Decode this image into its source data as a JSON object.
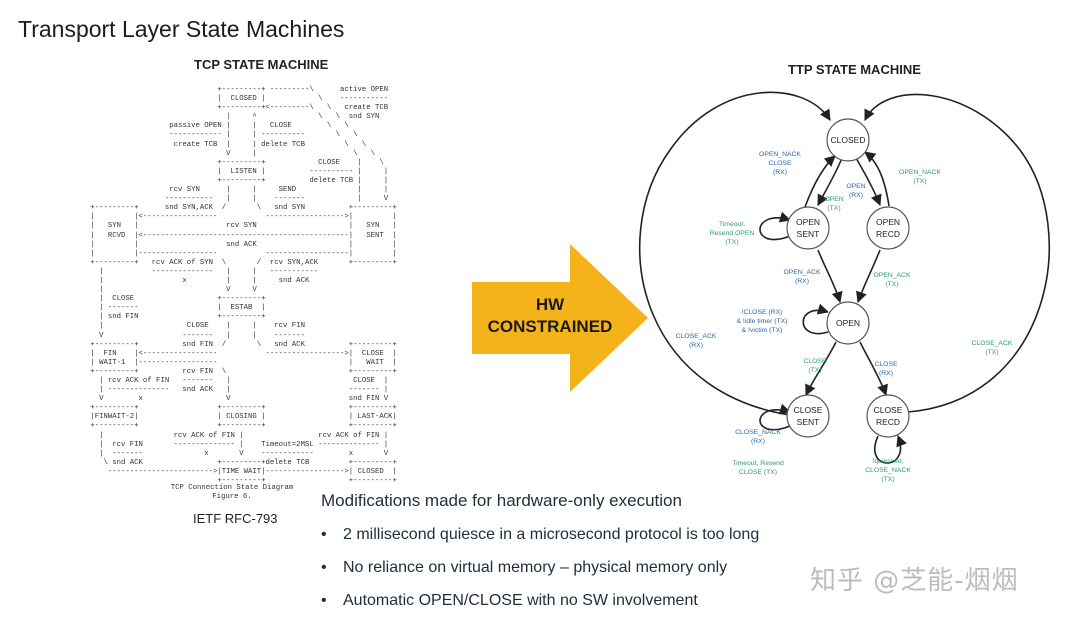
{
  "slide_title": "Transport Layer State Machines",
  "tcp": {
    "heading": "TCP STATE MACHINE",
    "diagram_lines": [
      "                              +---------+ ---------\\      active OPEN",
      "                              |  CLOSED |            \\    -----------",
      "                              +---------+<---------\\   \\   create TCB",
      "                                |     ^              \\   \\  snd SYN",
      "                   passive OPEN |     |   CLOSE        \\   \\",
      "                   ------------ |     | ----------       \\   \\",
      "                    create TCB  |     | delete TCB         \\   \\",
      "                                V     |                      \\   \\",
      "                              +---------+            CLOSE    |    \\",
      "                              |  LISTEN |          ---------- |     |",
      "                              +---------+          delete TCB |     |",
      "                   rcv SYN      |     |     SEND              |     |",
      "                  -----------   |     |    -------            |     V",
      " +---------+      snd SYN,ACK  /       \\   snd SYN          +---------+",
      " |         |<-----------------           ------------------>|         |",
      " |   SYN   |                    rcv SYN                     |   SYN   |",
      " |   RCVD  |<-----------------------------------------------|   SENT  |",
      " |         |                    snd ACK                     |         |",
      " |         |------------------           -------------------|         |",
      " +---------+   rcv ACK of SYN  \\       /  rcv SYN,ACK       +---------+",
      "   |           --------------   |     |   -----------",
      "   |                  x         |     |     snd ACK",
      "   |                            V     V",
      "   |  CLOSE                   +---------+",
      "   | -------                  |  ESTAB  |",
      "   | snd FIN                  +---------+",
      "   |                   CLOSE    |     |    rcv FIN",
      "   V                  -------   |     |    -------",
      " +---------+          snd FIN  /       \\   snd ACK          +---------+",
      " |  FIN    |<-----------------           ------------------>|  CLOSE  |",
      " | WAIT-1  |------------------                              |   WAIT  |",
      " +---------+          rcv FIN  \\                            +---------+",
      "   | rcv ACK of FIN   -------   |                            CLOSE  |",
      "   | --------------   snd ACK   |                           ------- |",
      "   V        x                   V                           snd FIN V",
      " +---------+                  +---------+                   +---------+",
      " |FINWAIT-2|                  | CLOSING |                   | LAST-ACK|",
      " +---------+                  +---------+                   +---------+",
      "   |                rcv ACK of FIN |                 rcv ACK of FIN |",
      "   |  rcv FIN       -------------- |    Timeout=2MSL -------------- |",
      "   |  -------              x       V    ------------        x       V",
      "    \\ snd ACK                 +---------+delete TCB         +---------+",
      "     ------------------------>|TIME WAIT|------------------>| CLOSED  |",
      "                              +---------+                   +---------+"
    ],
    "caption_line1": "TCP Connection State Diagram",
    "caption_line2": "Figure 6.",
    "source": "IETF RFC-793"
  },
  "arrow_text_line1": "HW",
  "arrow_text_line2": "CONSTRAINED",
  "ttp": {
    "heading": "TTP STATE MACHINE",
    "states": {
      "closed": [
        "CLOSED"
      ],
      "open_sent": [
        "OPEN",
        "SENT"
      ],
      "open_recd": [
        "OPEN",
        "RECD"
      ],
      "open": [
        "OPEN"
      ],
      "close_sent": [
        "CLOSE",
        "SENT"
      ],
      "close_recd": [
        "CLOSE",
        "RECD"
      ]
    },
    "labels": {
      "open_nack_close": [
        "OPEN_NACK",
        "CLOSE",
        "(RX)"
      ],
      "open_nack_tx": [
        "OPEN_NACK",
        "(TX)"
      ],
      "open_rx": [
        "OPEN",
        "(RX)"
      ],
      "open_tx": [
        "OPEN",
        "(TX)"
      ],
      "timeout_resend_open": [
        "Timeout,",
        "Resend OPEN",
        "(TX)"
      ],
      "open_ack_rx": [
        "OPEN_ACK",
        "(RX)"
      ],
      "open_ack_tx": [
        "OPEN_ACK",
        "(TX)"
      ],
      "open_self": [
        "!CLOSE (RX)",
        "& !idle timer (TX)",
        "& !victim (TX)"
      ],
      "close_ack_rx": [
        "CLOSE_ACK",
        "(RX)"
      ],
      "close_ack_tx": [
        "CLOSE_ACK",
        "(TX)"
      ],
      "close_tx": [
        "CLOSE",
        "(TX)"
      ],
      "close_rx": [
        "CLOSE",
        "(RX)"
      ],
      "close_nack_rx": [
        "CLOSE_NACK",
        "(RX)"
      ],
      "timeout_resend_close": [
        "Timeout, Resend",
        "CLOSE (TX)"
      ],
      "quiesced": [
        "!quiesced,",
        "CLOSE_NACK",
        "(TX)"
      ]
    }
  },
  "modifications_heading": "Modifications made for hardware-only execution",
  "bullets": [
    "2 millisecond quiesce in a microsecond protocol is too long",
    "No reliance on virtual memory – physical memory only",
    "Automatic OPEN/CLOSE with no SW involvement"
  ],
  "bullet_symbol": "•",
  "watermark": "知乎 @芝能-烟烟",
  "colors": {
    "arrow": "#f5b31b",
    "label_blue": "#2d68a8",
    "label_green": "#2f9a6f"
  }
}
